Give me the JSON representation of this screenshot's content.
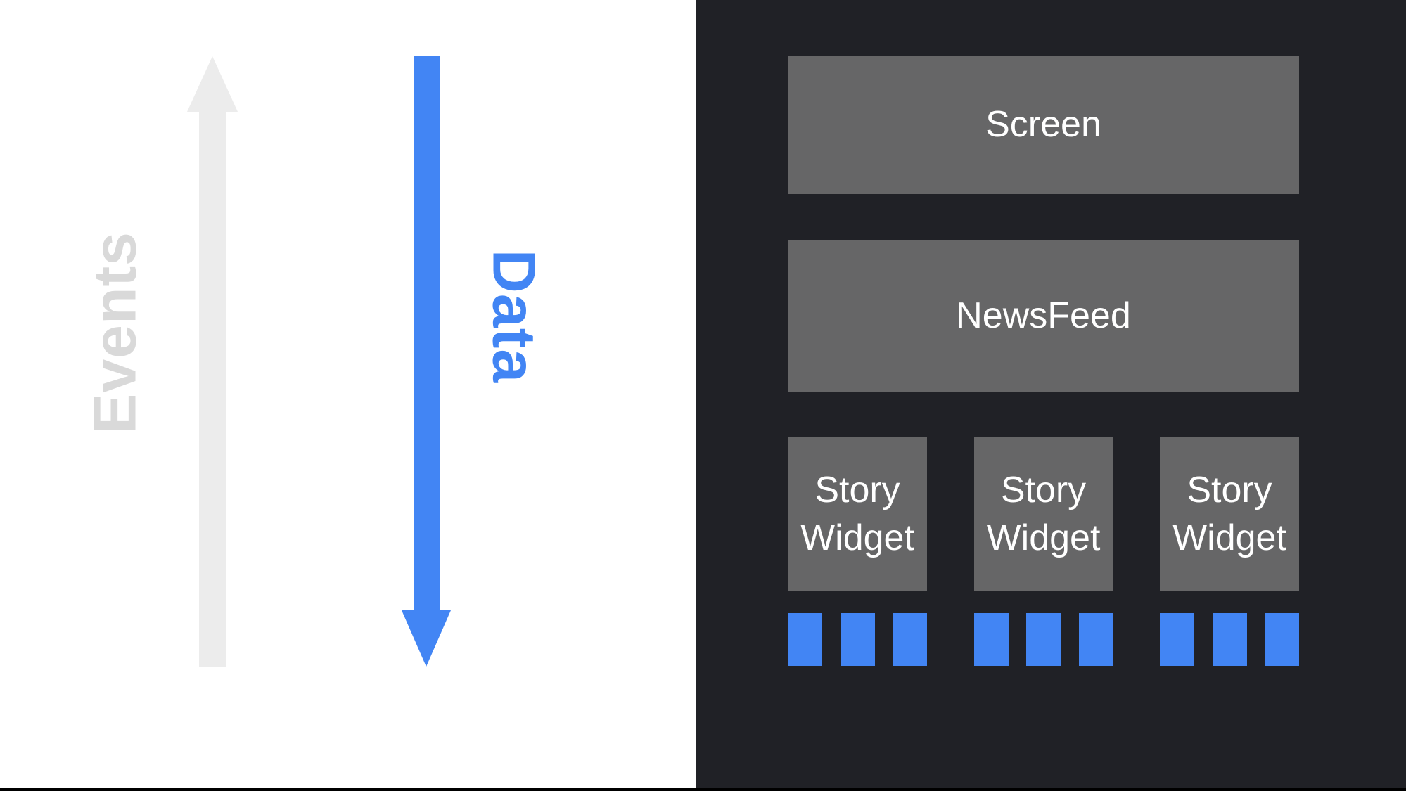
{
  "diagram": {
    "flow": {
      "events_label": "Events",
      "events_arrow_icon": "arrow-up",
      "data_label": "Data",
      "data_arrow_icon": "arrow-down"
    },
    "widget_tree": {
      "screen": {
        "label": "Screen"
      },
      "newsfeed": {
        "label": "NewsFeed"
      },
      "story_widgets": [
        {
          "label": "Story Widget"
        },
        {
          "label": "Story Widget"
        },
        {
          "label": "Story Widget"
        }
      ],
      "items_per_widget": 3
    },
    "colors": {
      "background": "#ffffff",
      "panel_dark": "#202126",
      "box_gray": "#666667",
      "accent_blue": "#4285f4",
      "arrow_light_gray": "#ececec",
      "events_text_gray": "#d9d9d9",
      "box_text": "#ffffff",
      "bottom_bar": "#000000"
    }
  }
}
